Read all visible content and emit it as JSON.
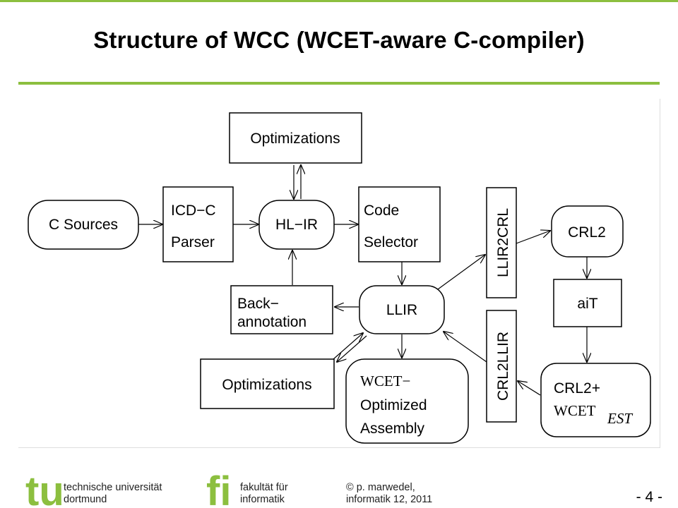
{
  "slide": {
    "title": "Structure of WCC (WCET-aware C-compiler)",
    "accent_color": "#8cbf3f",
    "page_number": "- 4 -"
  },
  "diagram": {
    "nodes": {
      "optimizations_top": "Optimizations",
      "c_sources": "C Sources",
      "icd_c_parser": [
        "ICD−C",
        "Parser"
      ],
      "hl_ir": "HL−IR",
      "code_selector": [
        "Code",
        "Selector"
      ],
      "back_annotation": [
        "Back−",
        "annotation"
      ],
      "llir": "LLIR",
      "optimizations_bottom": "Optimizations",
      "wcet_optimized_assembly": [
        "WCET−",
        "Optimized",
        "Assembly"
      ],
      "llir2crl": "LLIR2CRL",
      "crl2llir": "CRL2LLIR",
      "crl2": "CRL2",
      "ait": "aiT",
      "crl2_plus": "CRL2+",
      "wcet_est": [
        "WCET",
        "EST"
      ]
    }
  },
  "footer": {
    "university": [
      "technische universität",
      "dortmund"
    ],
    "faculty": [
      "fakultät für",
      "informatik"
    ],
    "copyright": [
      "© p. marwedel,",
      "informatik 12,  2011"
    ],
    "tu_logo_text": "tu",
    "fi_logo_text": "fi"
  }
}
